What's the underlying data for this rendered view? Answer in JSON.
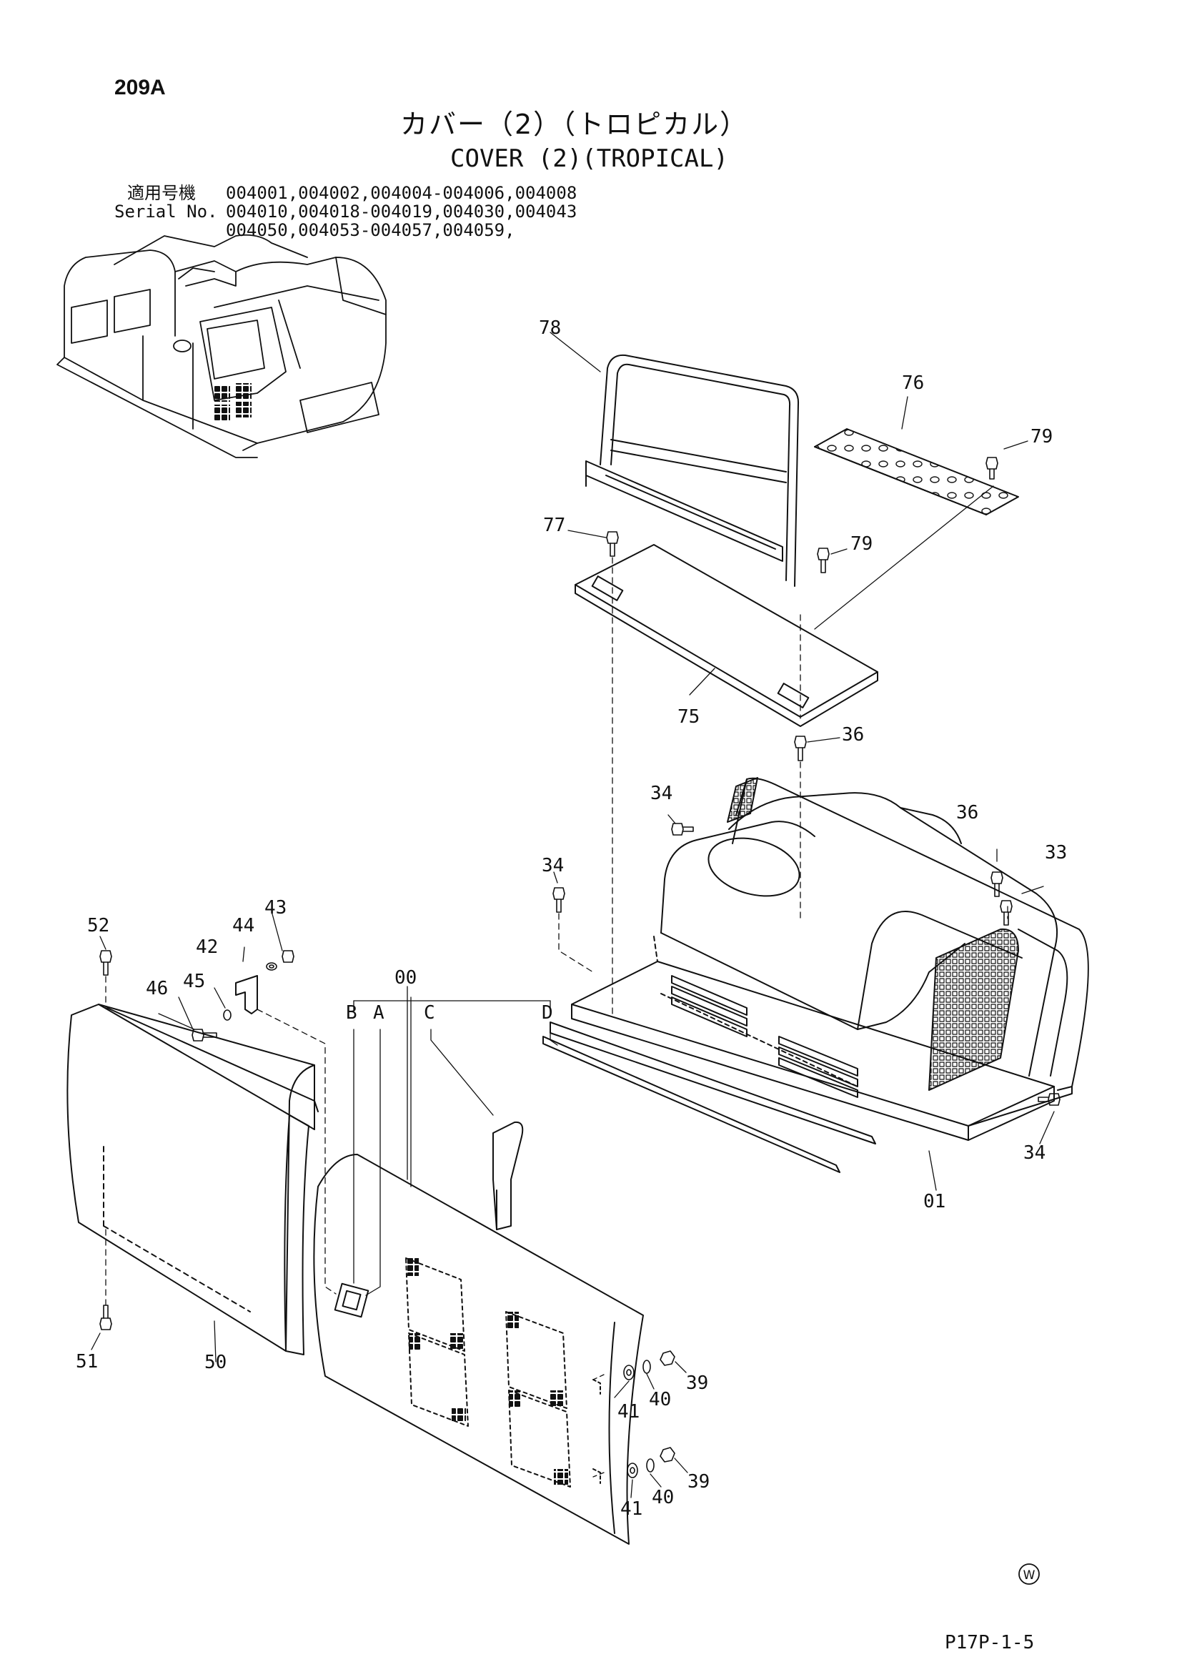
{
  "header": {
    "page_code": "209A",
    "title_jp": "カバー（2）（トロピカル）",
    "title_en": "COVER (2)(TROPICAL)",
    "serial_label_jp": "適用号機",
    "serial_label_en": "Serial No.",
    "serial_lines": [
      "004001,004002,004004-004006,004008",
      "004010,004018-004019,004030,004043",
      "004050,004053-004057,004059,"
    ]
  },
  "callouts": [
    "78",
    "76",
    "79",
    "77",
    "79",
    "75",
    "36",
    "34",
    "36",
    "33",
    "34",
    "34",
    "01",
    "00",
    "B",
    "A",
    "C",
    "D",
    "52",
    "43",
    "44",
    "42",
    "45",
    "46",
    "51",
    "50",
    "39",
    "40",
    "41",
    "39",
    "40",
    "41"
  ],
  "footer": {
    "mark": "W",
    "page_ref": "P17P-1-5"
  }
}
